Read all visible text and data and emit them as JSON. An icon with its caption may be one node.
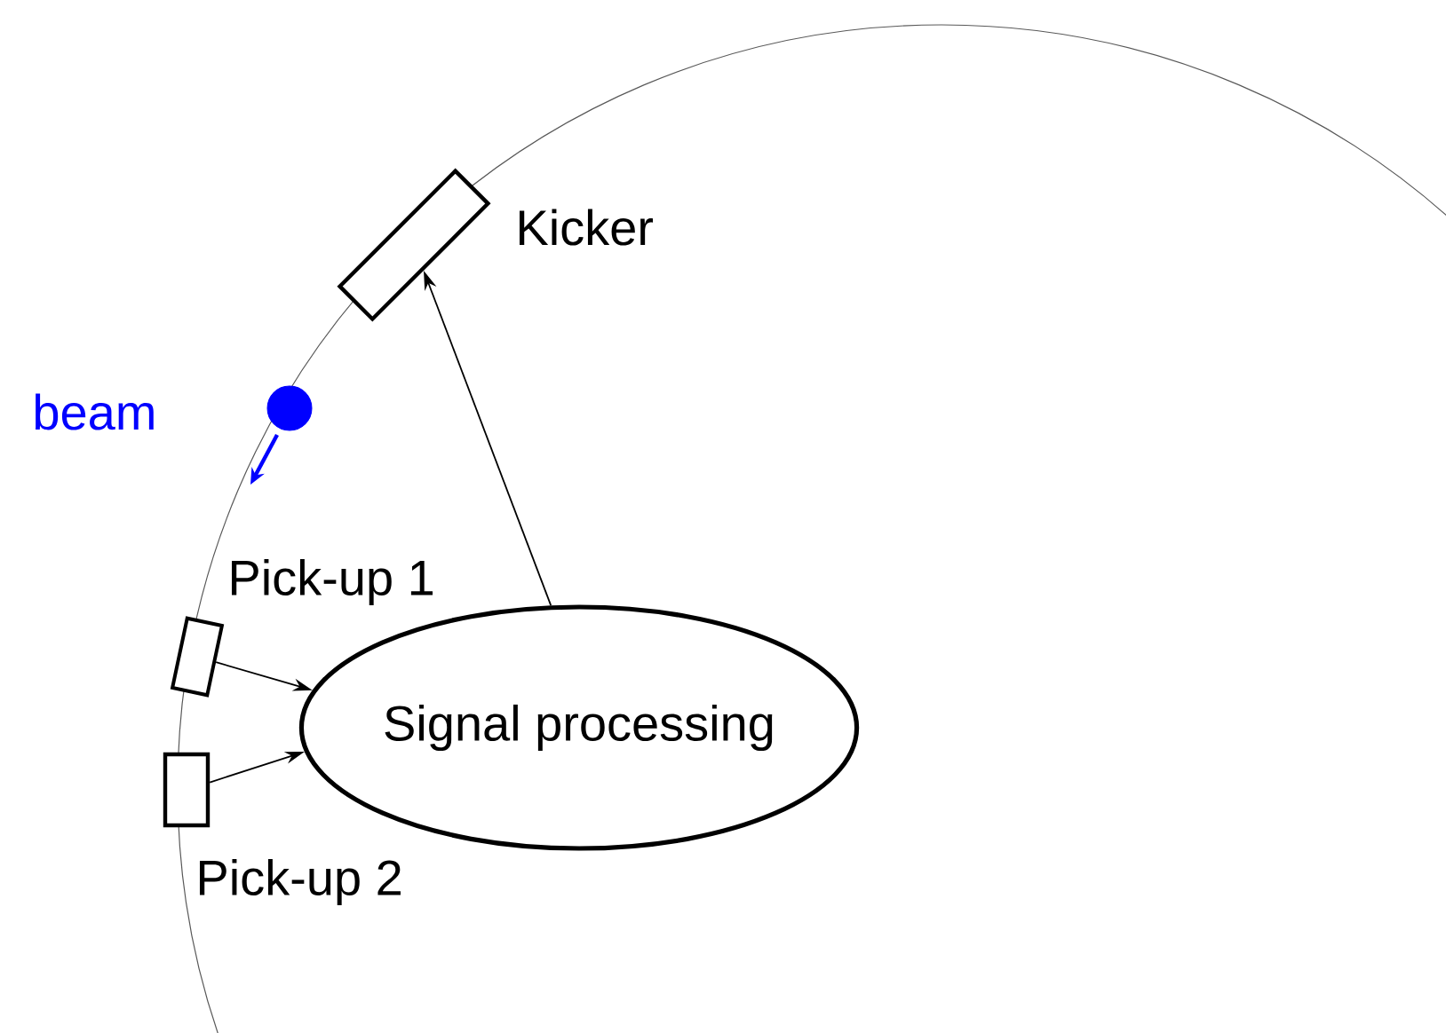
{
  "diagram": {
    "nodes": [
      {
        "text": [],
        "shape": "box",
        "beside": [
          "Kicker"
        ]
      },
      {
        "text": [],
        "shape": "circle",
        "beside": [
          "beam"
        ]
      },
      {
        "text": [],
        "shape": "box",
        "beside": [
          "Pick-up 1"
        ]
      },
      {
        "text": [
          "Signal processing"
        ]
      },
      {
        "text": [],
        "shape": "box",
        "beside": [
          "Pick-up 2"
        ]
      }
    ],
    "edges": [
      {
        "from": 2,
        "to": 3,
        "arrow": "to"
      },
      {
        "from": 4,
        "to": 3,
        "arrow": "to"
      },
      {
        "from": 3,
        "to": 0,
        "arrow": "to"
      }
    ]
  }
}
